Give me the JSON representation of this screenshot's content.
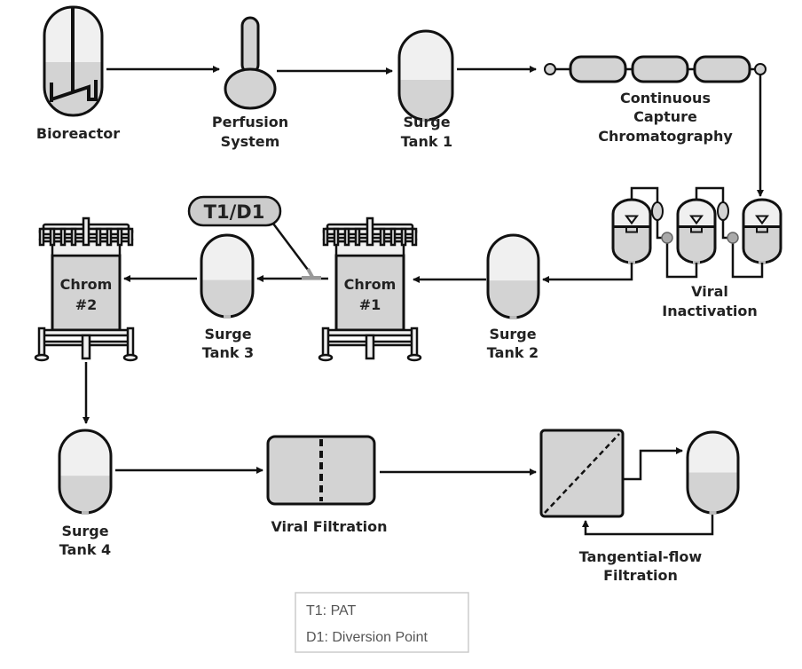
{
  "colors": {
    "liquid": "#d3d3d3",
    "empty": "#f0f0f0",
    "stroke": "#111111",
    "tag": "#cccccc"
  },
  "units": {
    "bioreactor": [
      "Bioreactor"
    ],
    "perfusion": [
      "Perfusion",
      "System"
    ],
    "surge1": [
      "Surge",
      "Tank 1"
    ],
    "capture": [
      "Continuous",
      "Capture",
      "Chromatography"
    ],
    "viral_inactivation": [
      "Viral",
      "Inactivation"
    ],
    "surge2": [
      "Surge",
      "Tank 2"
    ],
    "chrom1": [
      "Chrom",
      "#1"
    ],
    "surge3": [
      "Surge",
      "Tank 3"
    ],
    "chrom2": [
      "Chrom",
      "#2"
    ],
    "surge4": [
      "Surge",
      "Tank 4"
    ],
    "viral_filtration": [
      "Viral Filtration"
    ],
    "tff": [
      "Tangential-flow",
      "Filtration"
    ]
  },
  "tag": "T1/D1",
  "legend": [
    "T1: PAT",
    "D1: Diversion Point"
  ]
}
